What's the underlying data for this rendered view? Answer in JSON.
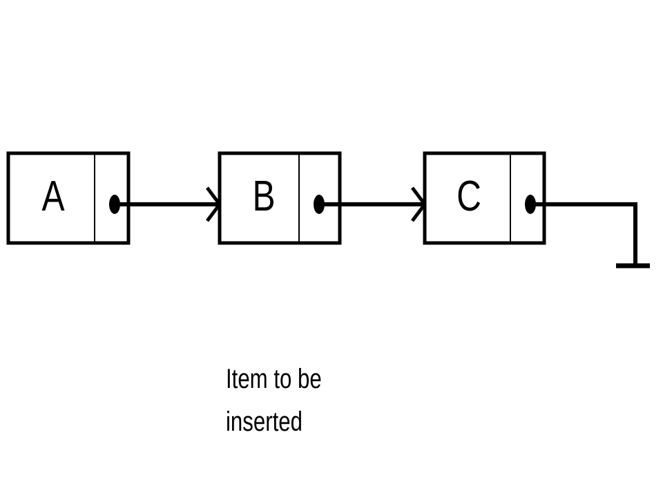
{
  "diagram": {
    "nodes": [
      {
        "id": "A",
        "label": "A"
      },
      {
        "id": "B",
        "label": "B"
      },
      {
        "id": "C",
        "label": "C"
      }
    ],
    "caption": {
      "line1": "Item to be",
      "line2": "inserted"
    },
    "colors": {
      "stroke": "#000000",
      "fill": "#ffffff"
    }
  }
}
